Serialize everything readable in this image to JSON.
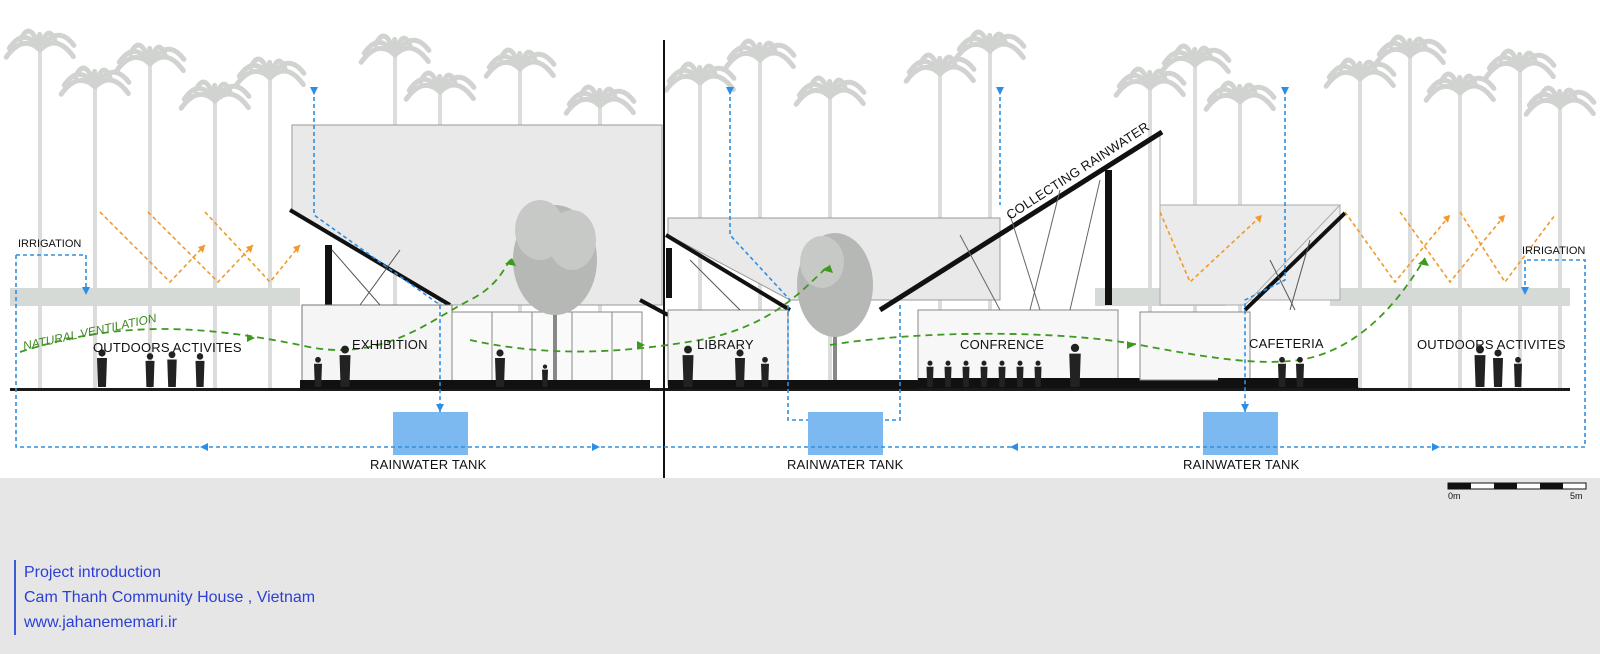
{
  "labels": {
    "irrigation_left": "IRRIGATION",
    "irrigation_right": "IRRIGATION",
    "natural_ventilation": "NATURAL VENTILATION",
    "outdoor_left": "OUTDOORS ACTIVITES",
    "outdoor_right": "OUTDOORS ACTIVITES",
    "exhibition": "EXHIBITION",
    "library": "LIBRARY",
    "conference": "CONFRENCE",
    "cafeteria": "CAFETERIA",
    "collecting_rainwater": "COLLECTING RAINWATER",
    "tank_1": "RAINWATER TANK",
    "tank_2": "RAINWATER TANK",
    "tank_3": "RAINWATER TANK"
  },
  "scale": {
    "start": "0m",
    "end": "5m"
  },
  "caption": {
    "line1": "Project introduction",
    "line2": "Cam Thanh Community House , Vietnam",
    "line3": "www.jahanememari.ir"
  },
  "colors": {
    "water": "#2d8fe3",
    "tank": "#7cb9f0",
    "sun": "#f09a2a",
    "ventilation": "#3d9a1e",
    "caption": "#2b3fd6"
  }
}
